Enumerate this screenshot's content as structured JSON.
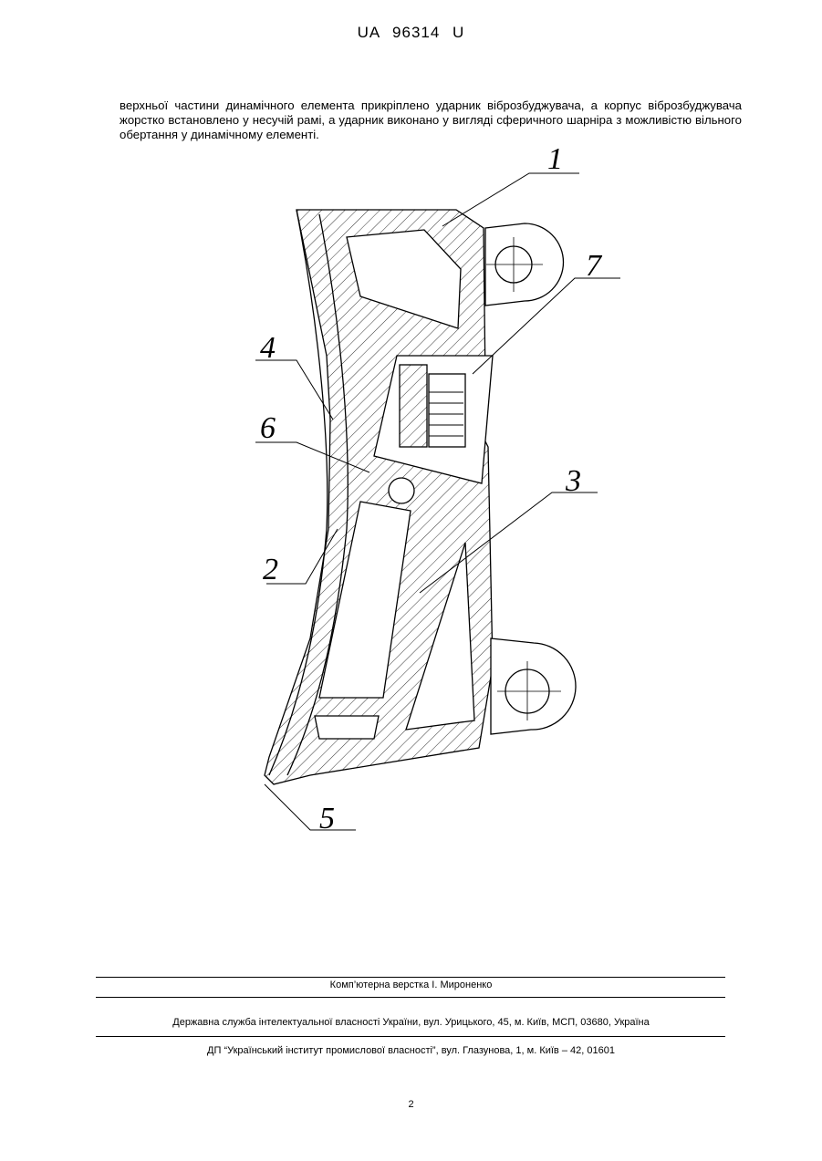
{
  "header": {
    "doc_number": "UA   96314   U"
  },
  "body_text": "верхньої частини динамічного елемента прикріплено ударник віброзбуджувача, а корпус віброзбуджувача жорстко встановлено у несучій рамі, а ударник виконано у вигляді сферичного шарніра з можливістю вільного обертання у динамічному елементі.",
  "figure": {
    "labels": [
      "1",
      "2",
      "3",
      "4",
      "5",
      "6",
      "7"
    ]
  },
  "footer": {
    "layout_credit": "Комп’ютерна верстка І. Мироненко",
    "agency": "Державна служба інтелектуальної власності України, вул. Урицького, 45, м. Київ, МСП, 03680, Україна",
    "institute": "ДП “Український інститут промислової власності”, вул. Глазунова, 1, м. Київ – 42, 01601"
  },
  "page_number": "2"
}
